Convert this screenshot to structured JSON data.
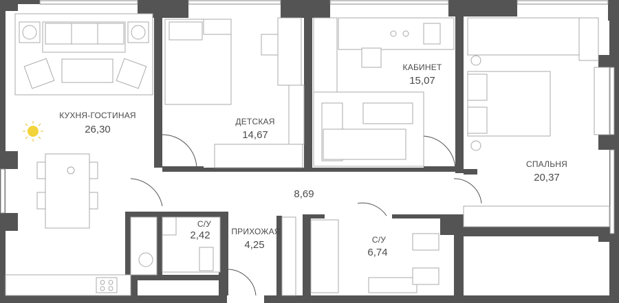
{
  "plan": {
    "rooms": [
      {
        "id": "kitchen-living",
        "name": "КУХНЯ-ГОСТИНАЯ",
        "area": "26,30"
      },
      {
        "id": "kids",
        "name": "ДЕТСКАЯ",
        "area": "14,67"
      },
      {
        "id": "study",
        "name": "КАБИНЕТ",
        "area": "15,07"
      },
      {
        "id": "bedroom",
        "name": "СПАЛЬНЯ",
        "area": "20,37"
      },
      {
        "id": "hall",
        "name": "",
        "area": "8,69"
      },
      {
        "id": "wc-small",
        "name": "С/У",
        "area": "2,42"
      },
      {
        "id": "entrance",
        "name": "ПРИХОЖАЯ",
        "area": "4,25"
      },
      {
        "id": "bathroom",
        "name": "С/У",
        "area": "6,74"
      }
    ],
    "colors": {
      "wall": "#545454",
      "furniture": "#a9a9a9",
      "text": "#4a4a4a",
      "sun": "#f2d33a"
    }
  }
}
